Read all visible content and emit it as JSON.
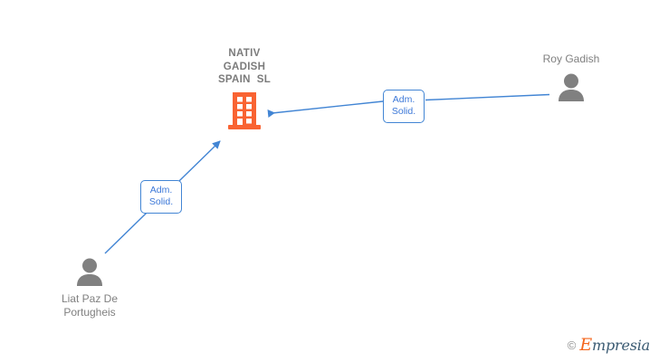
{
  "diagram": {
    "type": "corporate-relationship-graph",
    "background_color": "#ffffff",
    "company": {
      "name_lines": "NATIV\nGADISH\nSPAIN  SL",
      "icon": "office-building-icon",
      "icon_color": "#f96332",
      "label_color": "#7b7b7b"
    },
    "people": [
      {
        "id": "roy-gadish",
        "name": "Roy Gadish",
        "icon": "person-avatar-icon",
        "icon_color": "#808080"
      },
      {
        "id": "liat-paz-de-portugheis",
        "name": "Liat Paz De\nPortugheis",
        "icon": "person-avatar-icon",
        "icon_color": "#808080"
      }
    ],
    "relations": [
      {
        "id": "relation-roy-gadish",
        "label": "Adm.\nSolid.",
        "from": "roy-gadish",
        "to": "company",
        "edge_color": "#4285d4",
        "border_color": "#4285d4",
        "text_color": "#3c78d8"
      },
      {
        "id": "relation-liat-paz-de-portugheis",
        "label": "Adm.\nSolid.",
        "from": "liat-paz-de-portugheis",
        "to": "company",
        "edge_color": "#4285d4",
        "border_color": "#4285d4",
        "text_color": "#3c78d8"
      }
    ]
  },
  "watermark": {
    "copyright": "©",
    "brand_first_letter": "E",
    "brand_rest": "mpresia",
    "brand_accent_color": "#f4671f",
    "brand_text_color": "#3a5a72"
  }
}
